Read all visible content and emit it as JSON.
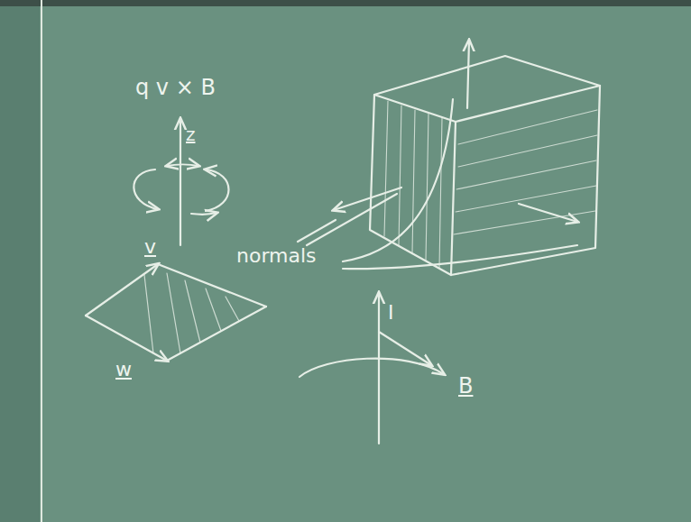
{
  "diagram": {
    "labels": [
      "q v × B",
      "z",
      "v",
      "w",
      "normals",
      "I",
      "B"
    ]
  }
}
